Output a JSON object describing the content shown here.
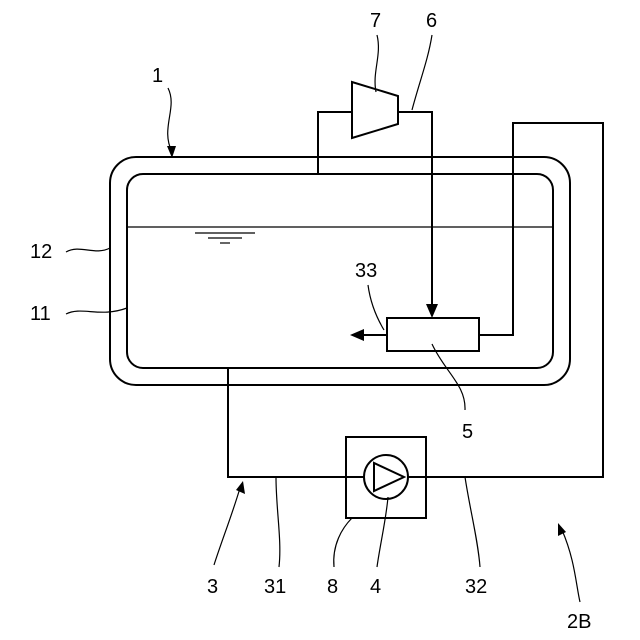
{
  "figure": {
    "labels": {
      "tank_assembly": "1",
      "system": "2B",
      "supply_line": "3",
      "pump": "4",
      "nozzle_unit": "5",
      "return_line": "6",
      "compressor": "7",
      "pump_housing": "8",
      "inner_tank": "11",
      "outer_tank": "12",
      "suction_pipe": "31",
      "delivery_pipe": "32",
      "discharge": "33"
    }
  }
}
